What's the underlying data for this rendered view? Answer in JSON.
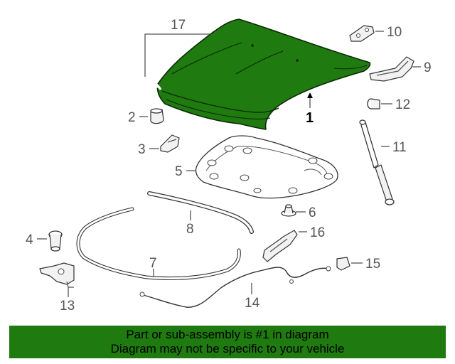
{
  "callouts": {
    "c1": "1",
    "c2": "2",
    "c3": "3",
    "c4": "4",
    "c5": "5",
    "c6": "6",
    "c7": "7",
    "c8": "8",
    "c9": "9",
    "c10": "10",
    "c11": "11",
    "c12": "12",
    "c13": "13",
    "c14": "14",
    "c15": "15",
    "c16": "16",
    "c17": "17"
  },
  "banner": {
    "line1": "Part or sub-assembly is #1 in diagram",
    "line2": "Diagram may not be specific to your vehicle"
  },
  "colors": {
    "highlight": "#1f7a10",
    "banner_bg": "#1f7a10"
  }
}
